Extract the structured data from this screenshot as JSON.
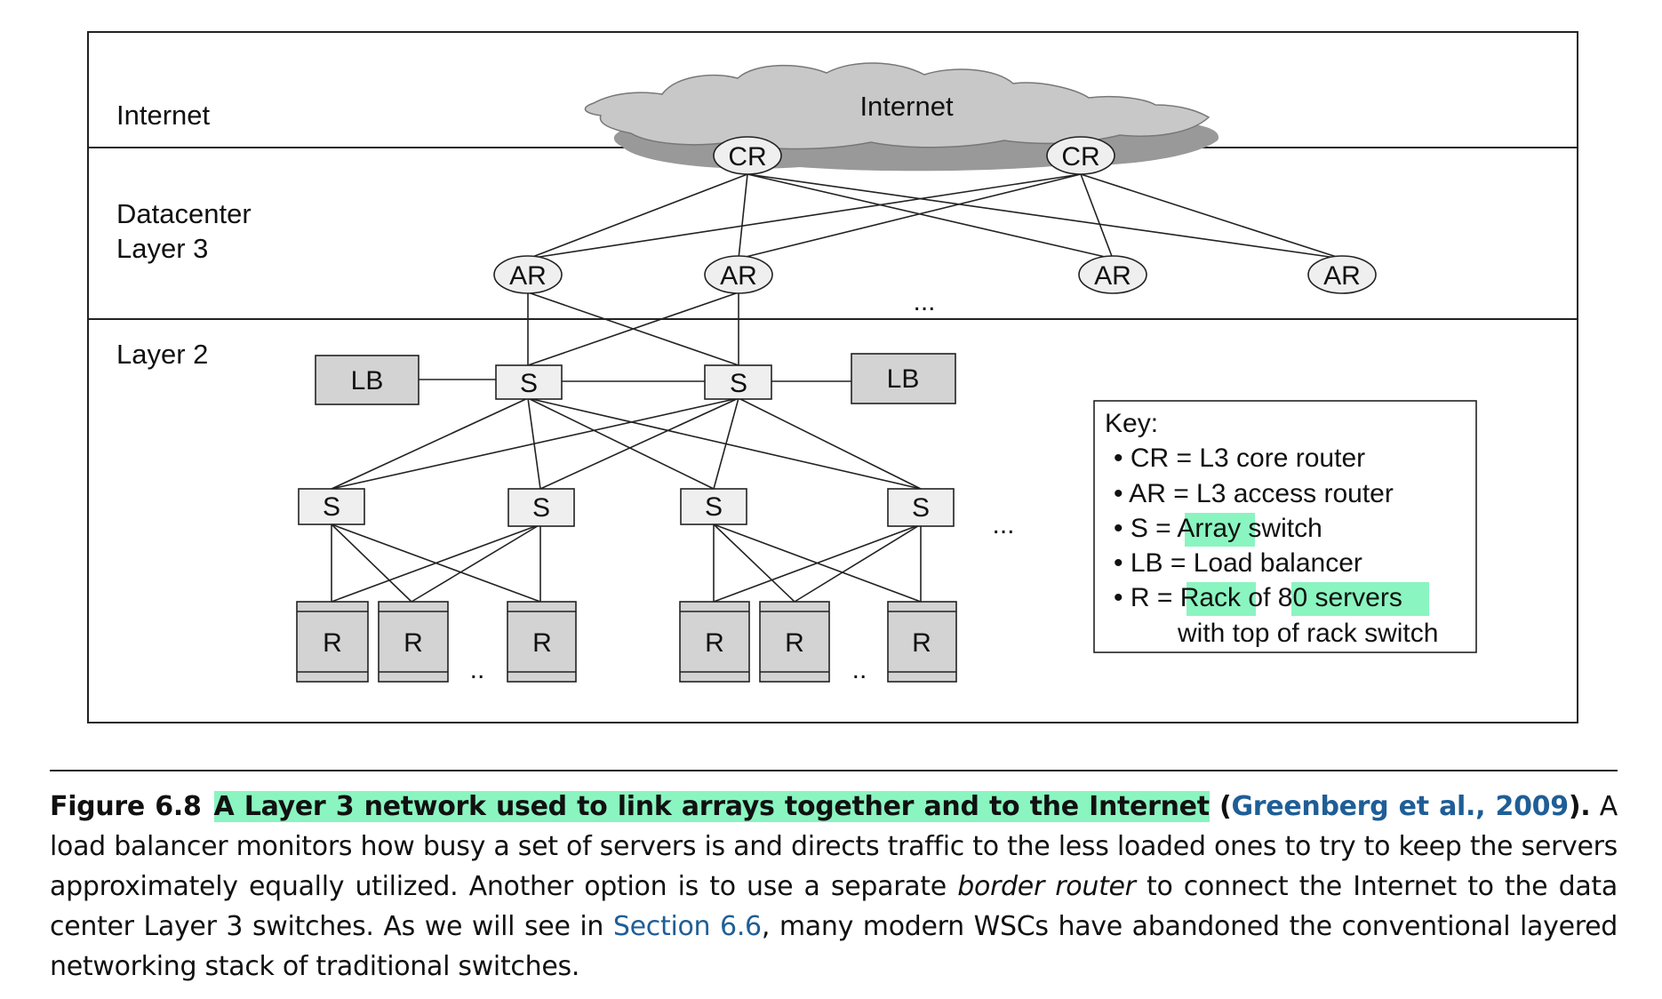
{
  "layers": {
    "internet": "Internet",
    "datacenter_line1": "Datacenter",
    "datacenter_line2": "Layer 3",
    "layer2": "Layer 2"
  },
  "cloud_label": "Internet",
  "nodes": {
    "cr": "CR",
    "ar": "AR",
    "lb": "LB",
    "s": "S",
    "r": "R"
  },
  "ellipses": {
    "ar_row": "...",
    "switch_row": "...",
    "rack_row": ".."
  },
  "key": {
    "title": "Key:",
    "cr_prefix": "• CR = L3 core router",
    "ar_prefix": "• AR = L3 access router",
    "s_prefix": "• S = ",
    "s_highlight": "Array",
    "s_suffix": " switch",
    "lb_prefix": "• LB = Load balancer",
    "r_prefix": "• R = ",
    "r_highlight1": "Rack",
    "r_mid": " of ",
    "r_highlight2": "80 servers",
    "r_line2": "with top of rack switch"
  },
  "caption": {
    "fig_label": "Figure 6.8",
    "title": "A Layer 3 network used to link arrays together and to the Internet",
    "open_paren": " (",
    "citation": "Greenberg et al., 2009",
    "close_paren": ").",
    "text1": " A load balancer monitors how busy a set of servers is and directs traffic to the less loaded ones to try to keep the servers approximately equally utilized. Another option is to use a separate ",
    "italic": "border router",
    "text2": " to connect the Internet to the data center Layer 3 switches. As we will see in ",
    "section_link": "Section 6.6",
    "text3": ", many modern WSCs have abandoned the conventional layered networking stack of traditional switches."
  },
  "colors": {
    "highlight": "#8af5c0",
    "link": "#1f5e96",
    "node_fill": "#efefef",
    "lb_fill": "#d3d3d3",
    "cloud_fill": "#c8c8c8",
    "cloud_shadow": "#999999"
  }
}
